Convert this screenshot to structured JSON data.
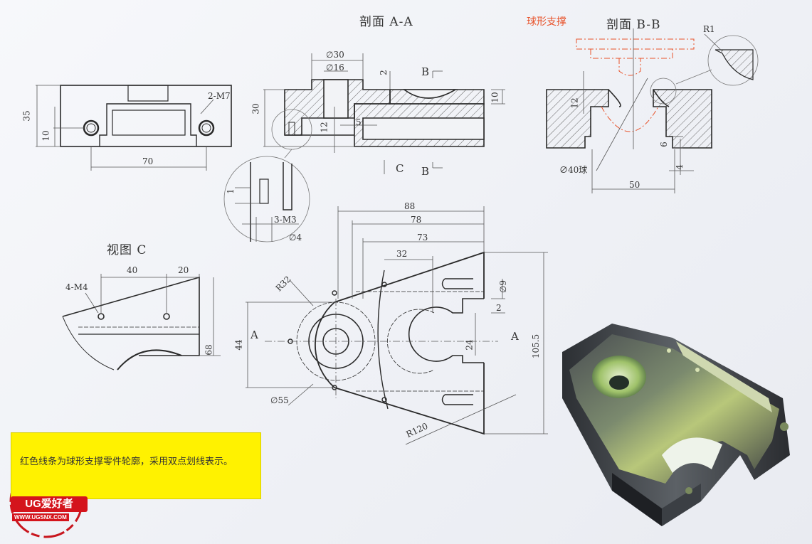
{
  "titles": {
    "section_aa": "剖面 A-A",
    "section_bb": "剖面 B-B",
    "view_c": "视图 C",
    "ball_support": "球形支撑"
  },
  "dims_front": {
    "d35": "35",
    "d10": "10",
    "d70": "70",
    "thread": "2-M7"
  },
  "dims_aa": {
    "d30dia": "∅30",
    "d16dia": "∅16",
    "d2": "2",
    "d30": "30",
    "d12": "12",
    "d5": "5",
    "d10": "10",
    "label_b_top": "B",
    "label_b_bot": "B",
    "label_c": "C"
  },
  "dims_detail": {
    "d1": "1",
    "thread": "3-M3",
    "d4dia": "∅4"
  },
  "dims_bb": {
    "r1": "R1",
    "d12": "12",
    "d40ball": "∅40球",
    "d6": "6",
    "d4": "4",
    "d50": "50"
  },
  "dims_viewc": {
    "thread": "4-M4",
    "d40": "40",
    "d20": "20",
    "d68": "68"
  },
  "dims_plan": {
    "d88": "88",
    "d78": "78",
    "d73": "73",
    "d32": "32",
    "r32": "R32",
    "d9dia": "∅9",
    "d2": "2",
    "d44": "44",
    "d24": "24",
    "d105": "105.5",
    "d55dia": "∅55",
    "r120": "R120",
    "label_a_left": "A",
    "label_a_right": "A"
  },
  "note": {
    "text": "红色线条为球形支撑零件轮廓，采用双点划线表示。"
  },
  "logo": {
    "brand": "UG爱好者",
    "url": "WWW.UGSNX.COM"
  }
}
